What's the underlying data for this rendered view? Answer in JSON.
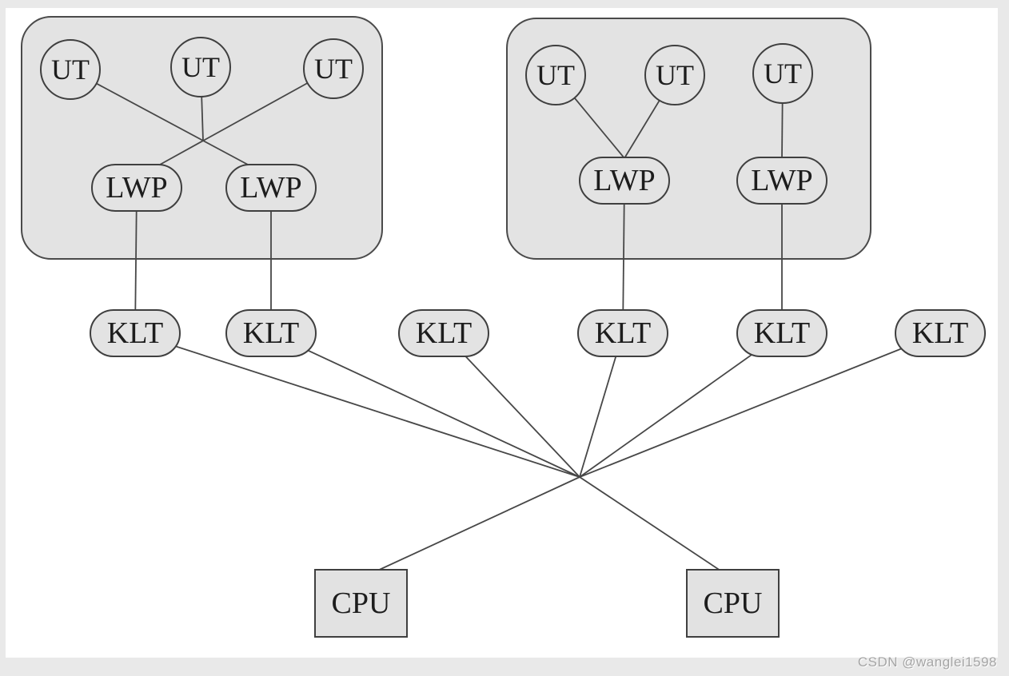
{
  "labels": {
    "user_thread": "UT",
    "lightweight_process": "LWP",
    "kernel_thread": "KLT",
    "cpu": "CPU"
  },
  "watermark": "CSDN @wanglei1598",
  "colors": {
    "frame": "#e9e9e9",
    "canvas": "#ffffff",
    "shape_fill": "#e3e3e3",
    "shape_stroke": "#3f3f3f",
    "edge_stroke": "#474747",
    "watermark_text": "#a5a5a5"
  },
  "structure": {
    "processes": [
      {
        "id": 1,
        "user_threads": 3,
        "lwps": 2,
        "connections": [
          "UT1 to LWP2 (crossing)",
          "UT2 down to crossing junction",
          "UT3 to LWP1 (crossing)"
        ]
      },
      {
        "id": 2,
        "user_threads": 3,
        "lwps": 2,
        "connections": [
          "UT1 to LWP1",
          "UT2 to LWP1",
          "UT3 to LWP2"
        ]
      }
    ],
    "kernel_threads": 6,
    "cpus": 2,
    "lwp_to_klt_links": [
      "P1.LWP1-KLT1",
      "P1.LWP2-KLT2",
      "P2.LWP1-KLT4",
      "P2.LWP2-KLT5"
    ],
    "klt_to_cpu": "All six KLT lines converge at a central junction which fans out to the two CPUs"
  }
}
